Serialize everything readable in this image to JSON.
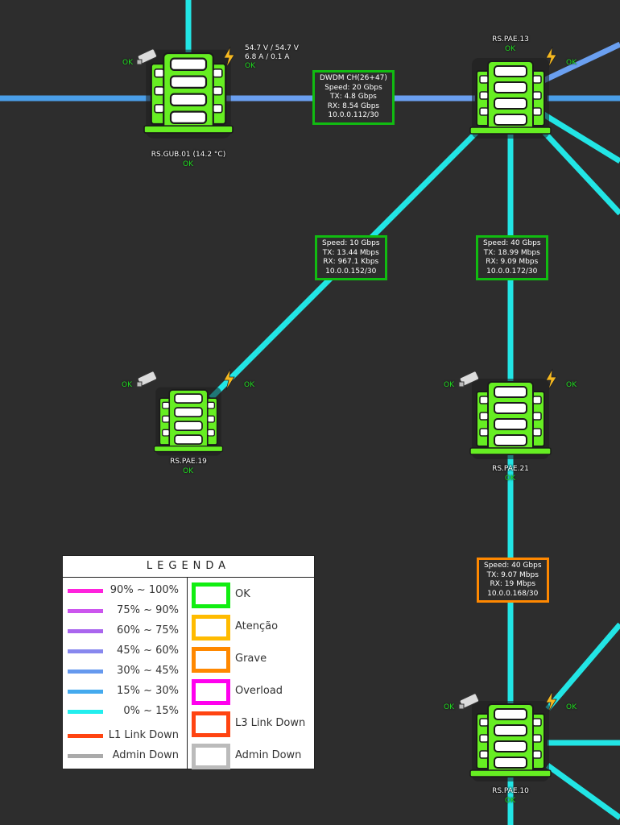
{
  "colors": {
    "background": "#2d2d2d",
    "link_cyan": "#22e5e5",
    "link_blue": "#4a9ee8",
    "link_lightblue": "#6a9ff0",
    "node_green": "#66ee22",
    "ok_green": "#22dd22",
    "box_green": "#11bb11",
    "box_orange": "#ff8800"
  },
  "nodes": [
    {
      "id": "gub01",
      "label": "RS.GUB.01 (14.2 °C)",
      "status": "OK",
      "left_status": "OK",
      "power_lines": [
        "54.7 V / 54.7 V",
        "6.8 A / 0.1 A"
      ],
      "power_status": "OK",
      "icons": [
        "camera-icon",
        "lightning-icon",
        "server-rack-icon"
      ]
    },
    {
      "id": "pae13",
      "label": "RS.PAE.13",
      "status": "OK",
      "right_status": "OK",
      "icons": [
        "lightning-icon",
        "server-rack-icon"
      ]
    },
    {
      "id": "pae19",
      "label": "RS.PAE.19",
      "status": "OK",
      "left_status": "OK",
      "right_status": "OK",
      "icons": [
        "camera-icon",
        "lightning-icon",
        "server-rack-icon"
      ]
    },
    {
      "id": "pae21",
      "label": "RS.PAE.21",
      "status": "OK",
      "left_status": "OK",
      "right_status": "OK",
      "icons": [
        "camera-icon",
        "lightning-icon",
        "server-rack-icon"
      ]
    },
    {
      "id": "pae10",
      "label": "RS.PAE.10",
      "status": "OK",
      "left_status": "OK",
      "right_status": "OK",
      "icons": [
        "camera-icon",
        "lightning-icon",
        "server-rack-icon"
      ]
    }
  ],
  "links": [
    {
      "id": "dwdm",
      "lines": [
        "DWDM CH(26+47)",
        "Speed: 20 Gbps",
        "TX: 4.8 Gbps",
        "RX: 8.54 Gbps",
        "10.0.0.112/30"
      ],
      "status": "ok"
    },
    {
      "id": "l-19-13",
      "lines": [
        "Speed: 10 Gbps",
        "TX: 13.44 Mbps",
        "RX: 967.1 Kbps",
        "10.0.0.152/30"
      ],
      "status": "ok"
    },
    {
      "id": "l-13-21",
      "lines": [
        "Speed: 40 Gbps",
        "TX: 18.99 Mbps",
        "RX: 9.09 Mbps",
        "10.0.0.172/30"
      ],
      "status": "ok"
    },
    {
      "id": "l-21-10",
      "lines": [
        "Speed: 40 Gbps",
        "TX: 9.07 Mbps",
        "RX: 19 Mbps",
        "10.0.0.168/30"
      ],
      "status": "grave"
    }
  ],
  "legend": {
    "title": "LEGENDA",
    "lines": [
      {
        "label": "90% ~ 100%",
        "color": "#ff22dd"
      },
      {
        "label": "75% ~ 90%",
        "color": "#cc55ee"
      },
      {
        "label": "60% ~ 75%",
        "color": "#aa66ee"
      },
      {
        "label": "45% ~ 60%",
        "color": "#8888ee"
      },
      {
        "label": "30% ~ 45%",
        "color": "#6699ee"
      },
      {
        "label": "15% ~ 30%",
        "color": "#44aaee"
      },
      {
        "label": "0% ~ 15%",
        "color": "#22eeee"
      },
      {
        "label": "L1 Link Down",
        "color": "#ff4411"
      },
      {
        "label": "Admin Down",
        "color": "#aaaaaa"
      }
    ],
    "statuses": [
      {
        "label": "OK",
        "color": "#11ee11"
      },
      {
        "label": "Atenção",
        "color": "#ffbb00"
      },
      {
        "label": "Grave",
        "color": "#ff8800"
      },
      {
        "label": "Overload",
        "color": "#ff00ee"
      },
      {
        "label": "L3 Link Down",
        "color": "#ff4411"
      },
      {
        "label": "Admin Down",
        "color": "#bbbbbb"
      }
    ]
  }
}
